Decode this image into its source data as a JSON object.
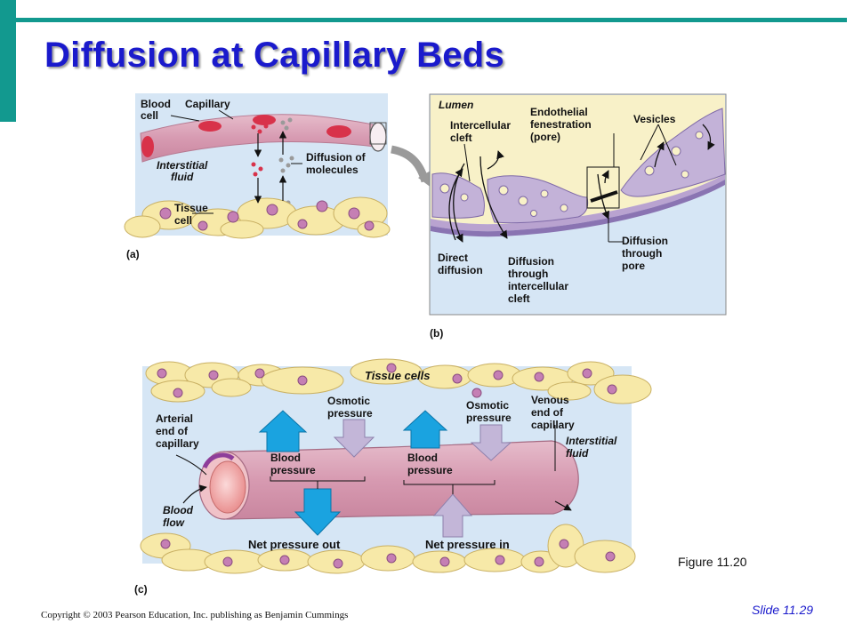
{
  "slide": {
    "title": "Diffusion at Capillary Beds",
    "figure_caption": "Figure 11.20",
    "copyright": "Copyright © 2003 Pearson Education, Inc. publishing as Benjamin Cummings",
    "slide_number": "Slide 11.29"
  },
  "panel_a": {
    "tag": "(a)",
    "label_blood_cell": [
      "Blood",
      "cell"
    ],
    "label_capillary": "Capillary",
    "label_interstitial": [
      "Interstitial",
      "fluid"
    ],
    "label_diffusion": [
      "Diffusion of",
      "molecules"
    ],
    "label_tissue": [
      "Tissue",
      "cell"
    ]
  },
  "panel_b": {
    "tag": "(b)",
    "label_lumen": "Lumen",
    "label_cleft": [
      "Intercellular",
      "cleft"
    ],
    "label_fenestration": [
      "Endothelial",
      "fenestration",
      "(pore)"
    ],
    "label_vesicles": "Vesicles",
    "label_direct": [
      "Direct",
      "diffusion"
    ],
    "label_through_cleft": [
      "Diffusion",
      "through",
      "intercellular",
      "cleft"
    ],
    "label_through_pore": [
      "Diffusion",
      "through",
      "pore"
    ]
  },
  "panel_c": {
    "tag": "(c)",
    "label_tissue_cells": "Tissue cells",
    "label_arterial": [
      "Arterial",
      "end of",
      "capillary"
    ],
    "label_osmotic_1": [
      "Osmotic",
      "pressure"
    ],
    "label_osmotic_2": [
      "Osmotic",
      "pressure"
    ],
    "label_venous": [
      "Venous",
      "end of",
      "capillary"
    ],
    "label_interstitial": [
      "Interstitial",
      "fluid"
    ],
    "label_blood_pressure_1": [
      "Blood",
      "pressure"
    ],
    "label_blood_pressure_2": [
      "Blood",
      "pressure"
    ],
    "label_blood_flow": [
      "Blood",
      "flow"
    ],
    "label_net_out": "Net pressure out",
    "label_net_in": "Net pressure in"
  },
  "colors": {
    "accent": "#12998f",
    "title": "#1a1acc",
    "fluid_blue": "#d6e6f5",
    "capillary_pink": "#d9a1b6",
    "tissue_yellow": "#f7e9a8",
    "blood_red": "#d8324a",
    "arrow_cyan": "#1aa3e0",
    "arrow_lavender": "#c3b6d8"
  }
}
